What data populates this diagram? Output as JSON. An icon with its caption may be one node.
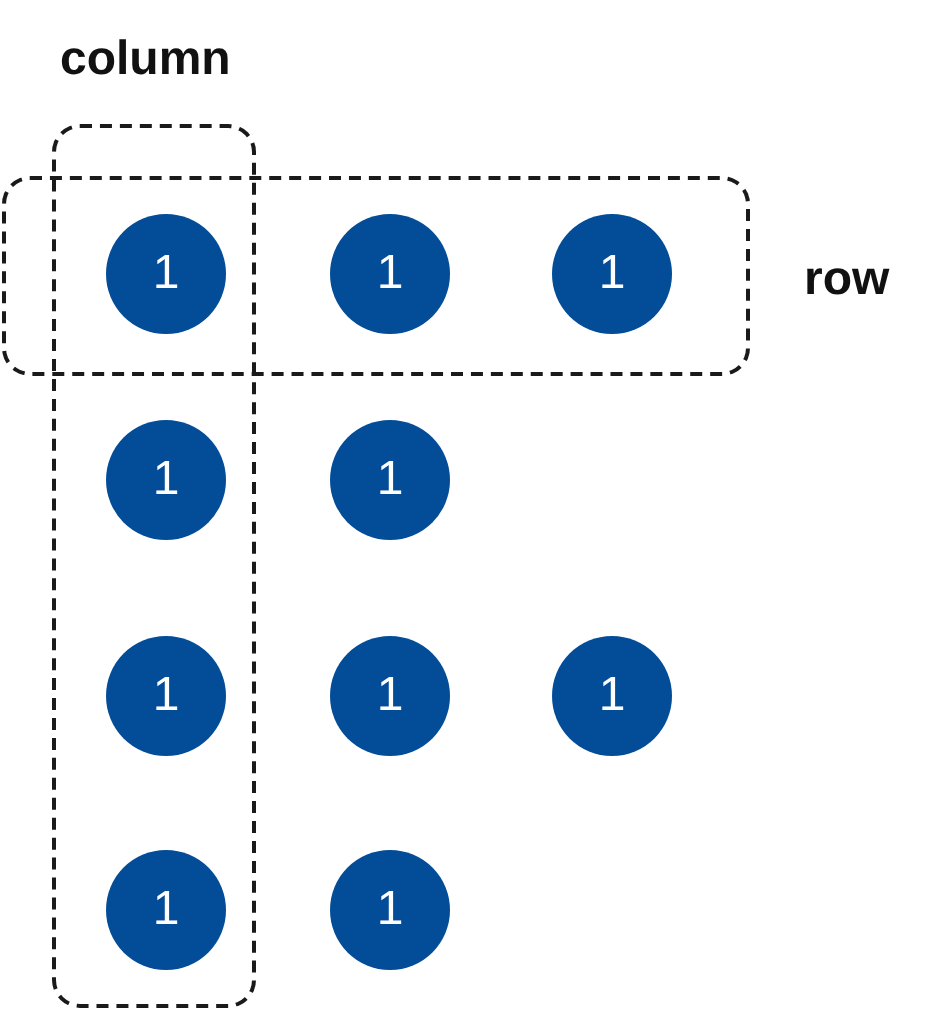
{
  "diagram": {
    "nodes": [
      {
        "text": [
          "column"
        ]
      },
      {
        "text": [
          "row"
        ]
      },
      {
        "text": [
          "1"
        ]
      },
      {
        "text": [
          "1"
        ],
        "in": 1
      },
      {
        "text": [
          "1"
        ],
        "in": 1
      },
      {
        "text": [
          "1"
        ],
        "in": 0
      },
      {
        "text": [
          "1"
        ]
      },
      {
        "text": [
          "1"
        ],
        "in": 0
      },
      {
        "text": [
          "1"
        ]
      },
      {
        "text": [
          "1"
        ]
      },
      {
        "text": [
          "1"
        ],
        "in": 0
      },
      {
        "text": [
          "1"
        ]
      }
    ]
  }
}
